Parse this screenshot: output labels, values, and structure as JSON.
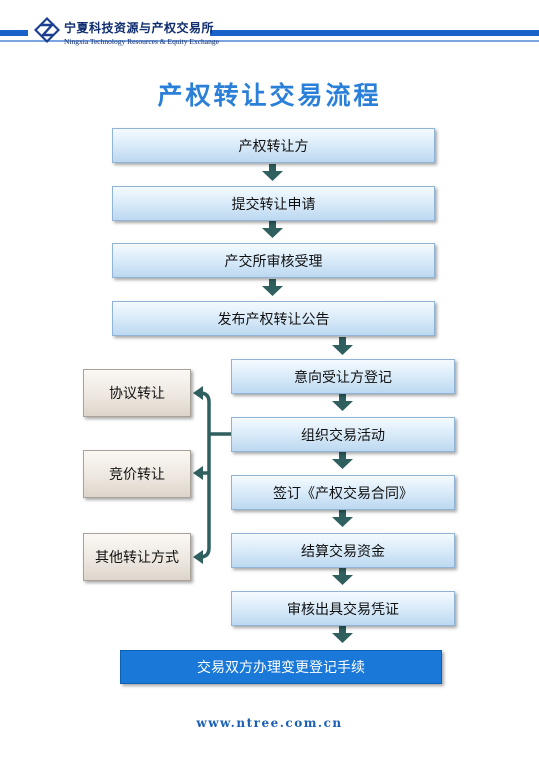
{
  "header": {
    "org_name_cn": "宁夏科技资源与产权交易所",
    "org_name_en": "Ningxia Technology Resources & Equity Exchange",
    "logo_icon": "nz-logo-icon"
  },
  "title": "产权转让交易流程",
  "main_flow": [
    "产权转让方",
    "提交转让申请",
    "产交所审核受理",
    "发布产权转让公告"
  ],
  "sub_flow": [
    "意向受让方登记",
    "组织交易活动",
    "签订《产权交易合同》",
    "结算交易资金",
    "审核出具交易凭证"
  ],
  "side_options": [
    "协议转让",
    "竞价转让",
    "其他转让方式"
  ],
  "final_step": "交易双方办理变更登记手续",
  "footer": "www.ntree.com.cn",
  "colors": {
    "accent_blue": "#1a62c9",
    "title_blue": "#2a7fd8",
    "arrow_teal": "#2f5f5f",
    "final_box": "#1a78d8"
  }
}
